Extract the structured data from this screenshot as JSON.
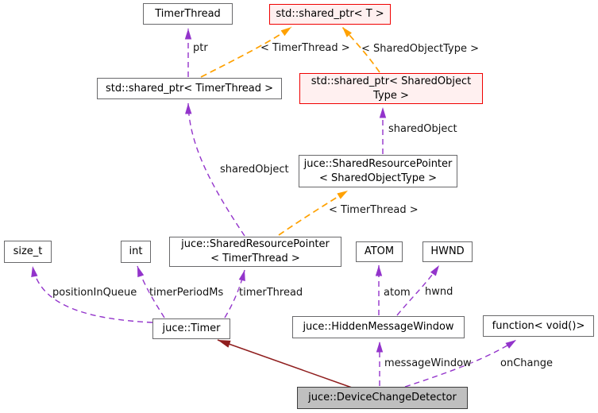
{
  "diagram": {
    "type": "collaboration-graph",
    "colors": {
      "background": "#ffffff",
      "usage_edge": "#9334cb",
      "template_edge": "#ffa100",
      "inheritance_edge": "#8f1d1d",
      "node_border": "#69696b",
      "node_fill": "#ffffff",
      "highlight_border": "#f00000",
      "highlight_fill": "#fff0f0",
      "main_node_fill": "#bfbfbf",
      "text": "#000000"
    },
    "nodes": {
      "timerthread": {
        "label": "TimerThread"
      },
      "shared_ptr_t": {
        "label": "std::shared_ptr< T >"
      },
      "shared_ptr_timerthread": {
        "label": "std::shared_ptr< TimerThread >"
      },
      "shared_ptr_sharedobjecttype": {
        "label": "std::shared_ptr< SharedObject\nType >"
      },
      "srp_sharedobjecttype": {
        "label": "juce::SharedResourcePointer\n< SharedObjectType >"
      },
      "size_t": {
        "label": "size_t"
      },
      "int": {
        "label": "int"
      },
      "srp_timerthread": {
        "label": "juce::SharedResourcePointer\n< TimerThread >"
      },
      "atom": {
        "label": "ATOM"
      },
      "hwnd": {
        "label": "HWND"
      },
      "timer": {
        "label": "juce::Timer"
      },
      "hiddenmessagewindow": {
        "label": "juce::HiddenMessageWindow"
      },
      "function_void": {
        "label": "function< void()>"
      },
      "devicechangedetector": {
        "label": "juce::DeviceChangeDetector"
      }
    },
    "edge_labels": {
      "ptr": "ptr",
      "template_timerthread_top": "< TimerThread >",
      "template_sharedobjecttype": "< SharedObjectType >",
      "sharedobject_right": "sharedObject",
      "sharedobject_left": "sharedObject",
      "template_timerthread_mid": "< TimerThread >",
      "positioninqueue": "positionInQueue",
      "timerperiodms": "timerPeriodMs",
      "timerthread": "timerThread",
      "atom": "atom",
      "hwnd": "hwnd",
      "messagewindow": "messageWindow",
      "onchange": "onChange"
    }
  }
}
